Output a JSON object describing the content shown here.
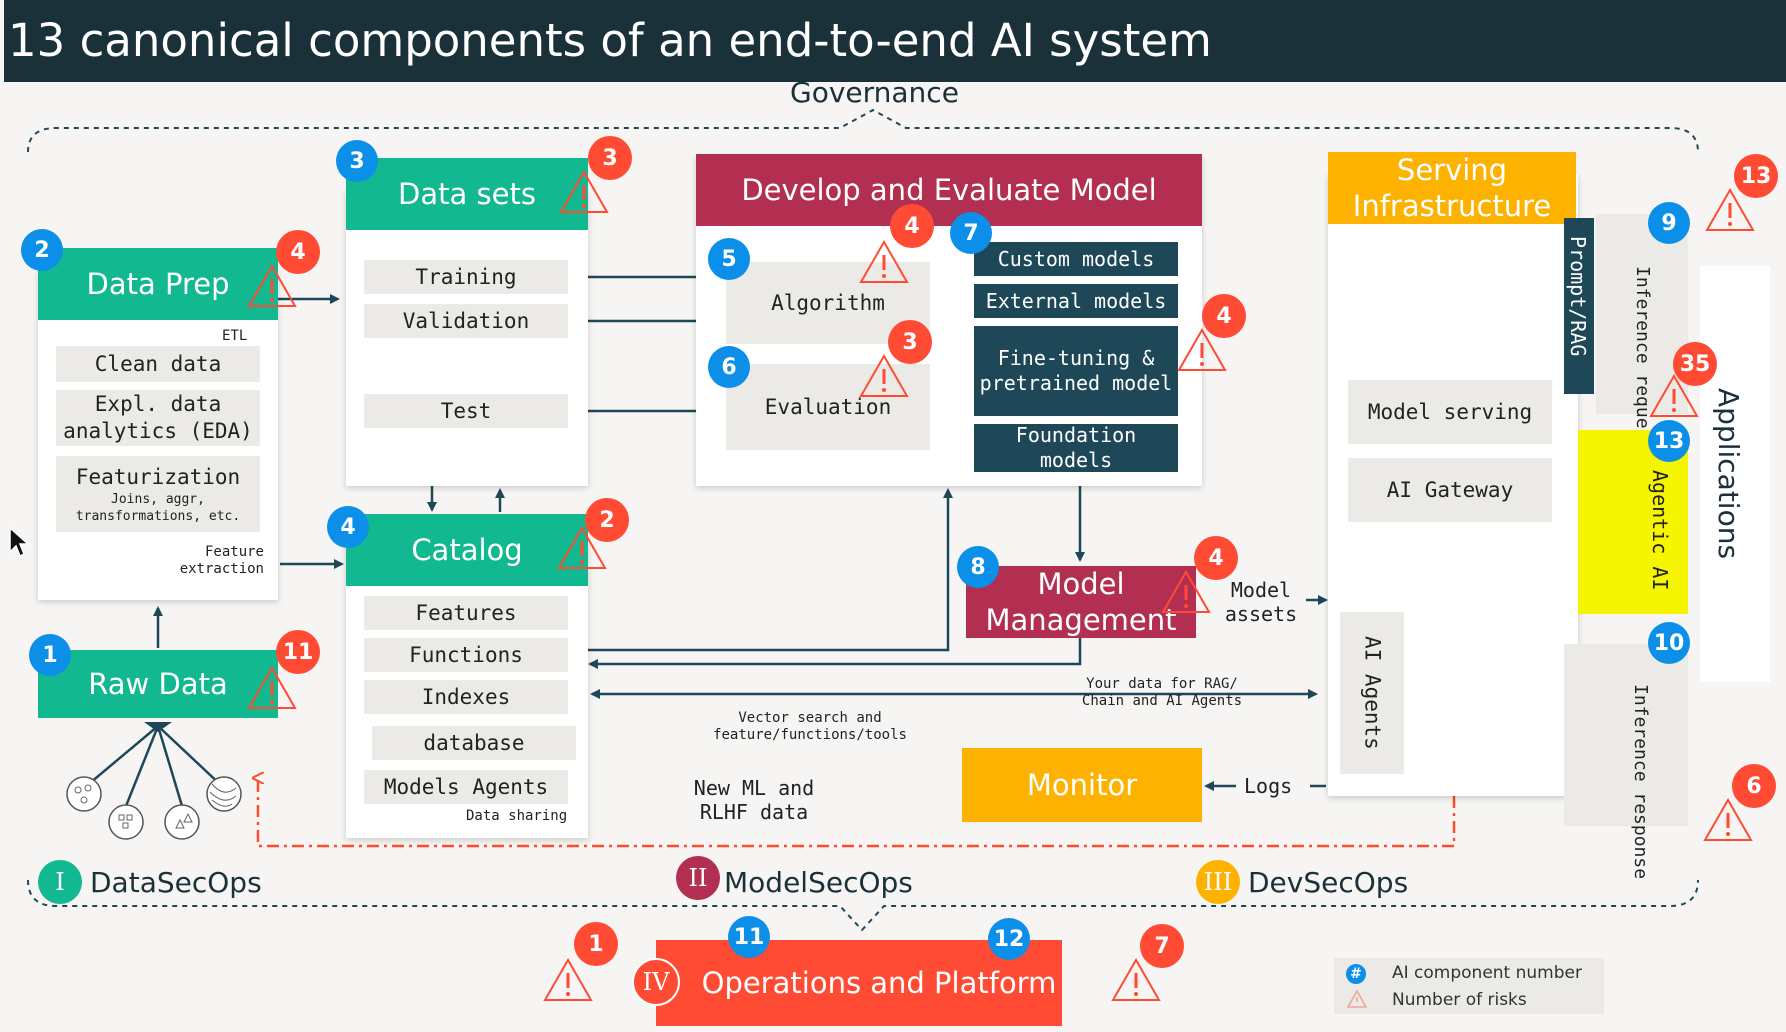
{
  "title": "13 canonical components of an end-to-end AI system",
  "governance_label": "Governance",
  "data_prep": {
    "title": "Data Prep",
    "etl_label": "ETL",
    "items": [
      "Clean data",
      "Expl. data analytics (EDA)",
      "Featurization"
    ],
    "featurization_sub": "Joins, aggr, transformations, etc.",
    "feature_extraction_label": "Feature extraction"
  },
  "raw_data": {
    "title": "Raw Data"
  },
  "data_sets": {
    "title": "Data sets",
    "items": [
      "Training",
      "Validation",
      "Test"
    ]
  },
  "catalog": {
    "title": "Catalog",
    "items": [
      "Features",
      "Functions",
      "Indexes",
      "database",
      "Models Agents"
    ],
    "data_sharing_label": "Data sharing"
  },
  "develop": {
    "title": "Develop and Evaluate Model",
    "algorithm_label": "Algorithm",
    "evaluation_label": "Evaluation",
    "models": [
      "Custom models",
      "External models",
      "Fine-tuning & pretrained model",
      "Foundation models"
    ]
  },
  "model_management": {
    "title": "Model Management",
    "model_assets_label": "Model assets"
  },
  "serving": {
    "title": "Serving Infrastructure",
    "prompt_rag_label": "Prompt/RAG",
    "inference_requests_label": "Inference requests",
    "model_serving_label": "Model serving",
    "ai_gateway_label": "AI Gateway",
    "ai_agents_label": "AI Agents",
    "agentic_ai_label": "Agentic AI",
    "inference_response_label": "Inference response"
  },
  "applications_label": "Applications",
  "flow_labels": {
    "rag_chain": "Your data for RAG/ Chain and AI Agents",
    "vector_search": "Vector search and feature/functions/tools",
    "new_ml": "New ML and RLHF data",
    "logs": "Logs"
  },
  "monitor": {
    "title": "Monitor"
  },
  "secops": {
    "datasecops": {
      "numeral": "I",
      "label": "DataSecOps",
      "color": "#12b890"
    },
    "modelsecops": {
      "numeral": "II",
      "label": "ModelSecOps",
      "color": "#b22f52"
    },
    "devsecops": {
      "numeral": "III",
      "label": "DevSecOps",
      "color": "#fdb200"
    }
  },
  "operations": {
    "numeral": "IV",
    "title": "Operations and Platform"
  },
  "legend": {
    "component_number": "AI component number",
    "number_of_risks": "Number of risks",
    "component_symbol": "#"
  },
  "component_badges": {
    "raw_data": "1",
    "data_prep": "2",
    "data_sets": "3",
    "catalog": "4",
    "algorithm": "5",
    "evaluation": "6",
    "models": "7",
    "model_management": "8",
    "inference_requests": "9",
    "inference_response": "10",
    "ops_left": "11",
    "ops_right": "12",
    "agentic": "13"
  },
  "risk_badges": {
    "data_sets": "3",
    "data_prep": "4",
    "catalog": "2",
    "raw_data": "11",
    "algorithm": "4",
    "evaluation": "3",
    "models": "4",
    "model_management": "4",
    "serving_top": "13",
    "applications": "35",
    "inference_response": "6",
    "ops_left": "1",
    "ops_right": "7"
  },
  "colors": {
    "header": "#1b3139",
    "green": "#12b890",
    "crimson": "#b22f52",
    "amber": "#fdb200",
    "coral": "#ff4b33",
    "navy": "#1e4858",
    "blue_badge": "#0b8fe8",
    "agentic_yellow": "#f5f500"
  }
}
